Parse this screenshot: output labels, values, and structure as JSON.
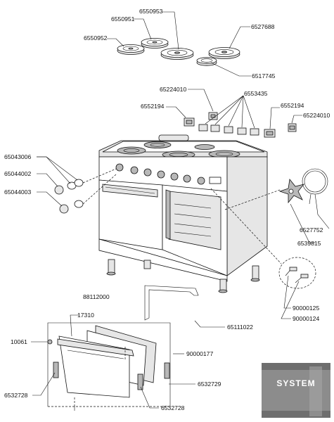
{
  "parts": {
    "p6550951": "6550951",
    "p6550953": "6550953",
    "p6527688": "6527688",
    "p6550952": "6550952",
    "p6517745": "6517745",
    "p65224010_top": "65224010",
    "p6553435": "6553435",
    "p6552194_left": "6552194",
    "p6552194_right": "6552194",
    "p65224010_right": "65224010",
    "p65043006": "65043006",
    "p65044002": "65044002",
    "p65044003": "65044003",
    "p6527752": "6527752",
    "p6539815": "6539815",
    "p88112000": "88112000",
    "p90000125": "90000125",
    "p90000124": "90000124",
    "p17310": "17310",
    "p10061": "10061",
    "p65111022": "65111022",
    "p90000177": "90000177",
    "p6532728_left": "6532728",
    "p6532729": "6532729",
    "p6532728_bottom": "6532728"
  },
  "logo": {
    "text": "SYSTEM",
    "bg_color": "#8c8c8c",
    "text_color": "#ffffff"
  }
}
